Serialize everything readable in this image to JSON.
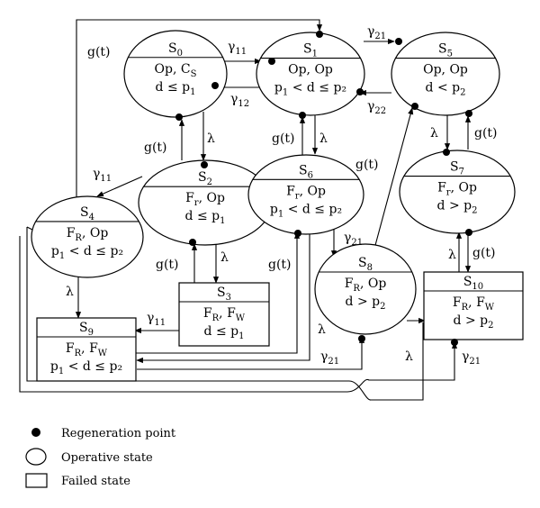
{
  "states": [
    {
      "id": "s0",
      "kind": "operative",
      "name": "S",
      "sub": "0",
      "l1": "Op, C",
      "l1sub": "S",
      "l2": "d ≤ p",
      "l2sub": "1",
      "l2tail": ""
    },
    {
      "id": "s1",
      "kind": "operative",
      "name": "S",
      "sub": "1",
      "l1": "Op, Op",
      "l1sub": "",
      "l2": "p",
      "l2sub": "1",
      "l2tail": " < d ≤ p₂"
    },
    {
      "id": "s5",
      "kind": "operative",
      "name": "S",
      "sub": "5",
      "l1": "Op, Op",
      "l1sub": "",
      "l2": "d < p",
      "l2sub": "2",
      "l2tail": ""
    },
    {
      "id": "s2",
      "kind": "operative",
      "name": "S",
      "sub": "2",
      "l1": "F",
      "l1sub": "r",
      "l1tail": ", Op",
      "l2": "d ≤ p",
      "l2sub": "1",
      "l2tail": ""
    },
    {
      "id": "s6",
      "kind": "operative",
      "name": "S",
      "sub": "6",
      "l1": "F",
      "l1sub": "r",
      "l1tail": ", Op",
      "l2": "p",
      "l2sub": "1",
      "l2tail": " < d ≤ p₂"
    },
    {
      "id": "s7",
      "kind": "operative",
      "name": "S",
      "sub": "7",
      "l1": "F",
      "l1sub": "r",
      "l1tail": ", Op",
      "l2": "d > p",
      "l2sub": "2",
      "l2tail": ""
    },
    {
      "id": "s4",
      "kind": "operative",
      "name": "S",
      "sub": "4",
      "l1": "F",
      "l1sub": "R",
      "l1tail": ", Op",
      "l2": "p",
      "l2sub": "1",
      "l2tail": " < d ≤ p₂"
    },
    {
      "id": "s8",
      "kind": "operative",
      "name": "S",
      "sub": "8",
      "l1": "F",
      "l1sub": "R",
      "l1tail": ", Op",
      "l2": "d > p",
      "l2sub": "2",
      "l2tail": ""
    },
    {
      "id": "s3",
      "kind": "failed",
      "name": "S",
      "sub": "3",
      "l1": "F",
      "l1sub": "R",
      "l1tail": ", F",
      "l1sub2": "W",
      "l2": "d ≤ p",
      "l2sub": "1",
      "l2tail": ""
    },
    {
      "id": "s9",
      "kind": "failed",
      "name": "S",
      "sub": "9",
      "l1": "F",
      "l1sub": "R",
      "l1tail": ", F",
      "l1sub2": "W",
      "l2": "p",
      "l2sub": "1",
      "l2tail": " < d ≤ p₂"
    },
    {
      "id": "s10",
      "kind": "failed",
      "name": "S",
      "sub": "10",
      "l1": "F",
      "l1sub": "R",
      "l1tail": ", F",
      "l1sub2": "W",
      "l2": "d > p",
      "l2sub": "2",
      "l2tail": ""
    }
  ],
  "transition_labels": [
    {
      "id": "g11_s0_s1",
      "base": "γ",
      "sub": "11"
    },
    {
      "id": "g12_s1_s0",
      "base": "γ",
      "sub": "12"
    },
    {
      "id": "g21_s1_s5",
      "base": "γ",
      "sub": "21"
    },
    {
      "id": "g22_s5_s1",
      "base": "γ",
      "sub": "22"
    },
    {
      "id": "gt_top",
      "base": "g(t)",
      "sub": ""
    },
    {
      "id": "gt_s2_s0",
      "base": "g(t)",
      "sub": ""
    },
    {
      "id": "lam_s0_s2",
      "base": "λ",
      "sub": ""
    },
    {
      "id": "gt_s6_s1",
      "base": "g(t)",
      "sub": ""
    },
    {
      "id": "lam_s1_s6",
      "base": "λ",
      "sub": ""
    },
    {
      "id": "gt_mid",
      "base": "g(t)",
      "sub": ""
    },
    {
      "id": "lam_s5_s7",
      "base": "λ",
      "sub": ""
    },
    {
      "id": "gt_s7_s5",
      "base": "g(t)",
      "sub": ""
    },
    {
      "id": "g11_s2_s4",
      "base": "γ",
      "sub": "11"
    },
    {
      "id": "g21_s6_s8",
      "base": "γ",
      "sub": "21"
    },
    {
      "id": "gt_s3_s2",
      "base": "g(t)",
      "sub": ""
    },
    {
      "id": "lam_s2_s3",
      "base": "λ",
      "sub": ""
    },
    {
      "id": "gt_s6_low",
      "base": "g(t)",
      "sub": ""
    },
    {
      "id": "lam_s7_s10",
      "base": "λ",
      "sub": ""
    },
    {
      "id": "gt_s10_s7",
      "base": "g(t)",
      "sub": ""
    },
    {
      "id": "lam_s4_s9",
      "base": "λ",
      "sub": ""
    },
    {
      "id": "g11_s3_s9",
      "base": "γ",
      "sub": "11"
    },
    {
      "id": "lam_s6_s9",
      "base": "λ",
      "sub": ""
    },
    {
      "id": "g21_bottom",
      "base": "γ",
      "sub": "21"
    },
    {
      "id": "lam_s8_s10",
      "base": "λ",
      "sub": ""
    },
    {
      "id": "g21_s10",
      "base": "γ",
      "sub": "21"
    }
  ],
  "legend": {
    "regeneration": "Regeneration point",
    "operative": "Operative state",
    "failed": "Failed state"
  }
}
